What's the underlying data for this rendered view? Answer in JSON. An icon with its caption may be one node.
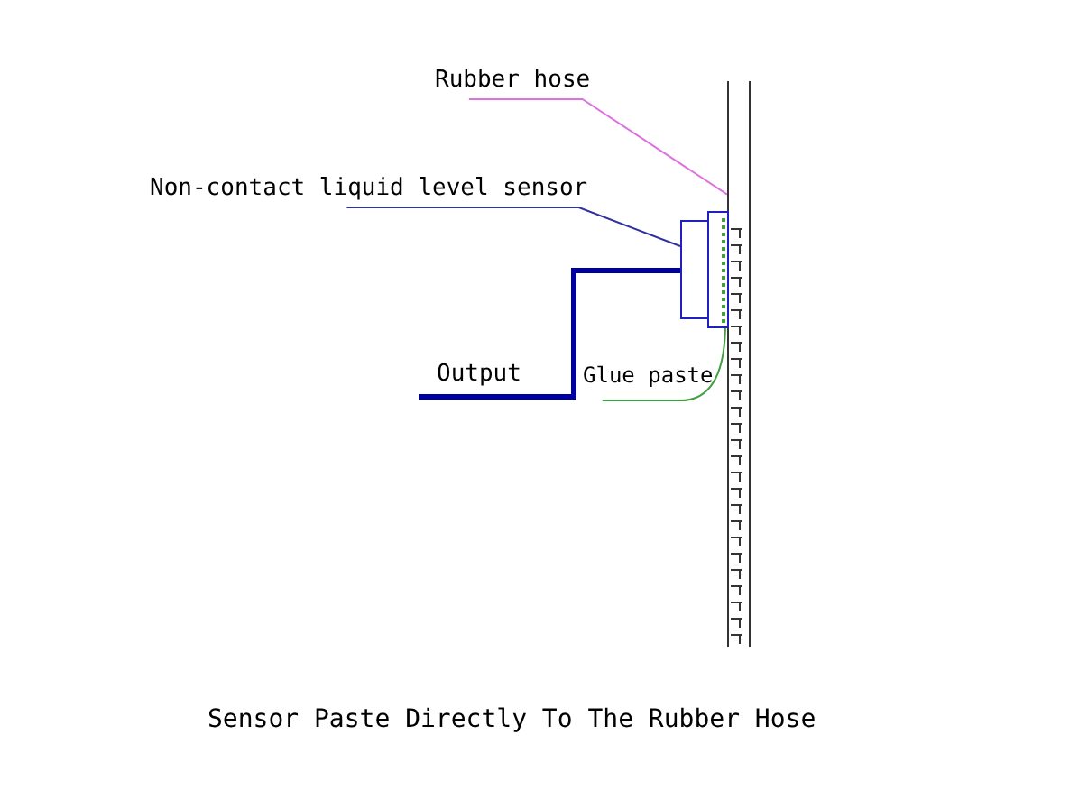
{
  "diagram": {
    "caption": "Sensor Paste Directly To The Rubber Hose",
    "nodes": [
      {
        "text": [
          "Rubber hose"
        ]
      },
      {
        "text": [],
        "shape": "box"
      },
      {
        "text": [
          "Non-contact liquid level sensor"
        ]
      },
      {
        "text": [],
        "shape": "box"
      },
      {
        "text": [
          "Glue paste"
        ]
      },
      {
        "text": [],
        "shape": "bar"
      }
    ],
    "edges": [
      {
        "from": 0,
        "to": 1,
        "arrow": "none",
        "color": "#e070e0"
      },
      {
        "from": 2,
        "to": 3,
        "arrow": "none",
        "color": "#3030a0"
      },
      {
        "from": 4,
        "to": 5,
        "arrow": "none",
        "color": "#40a040"
      }
    ],
    "labels": [
      "Output"
    ]
  }
}
